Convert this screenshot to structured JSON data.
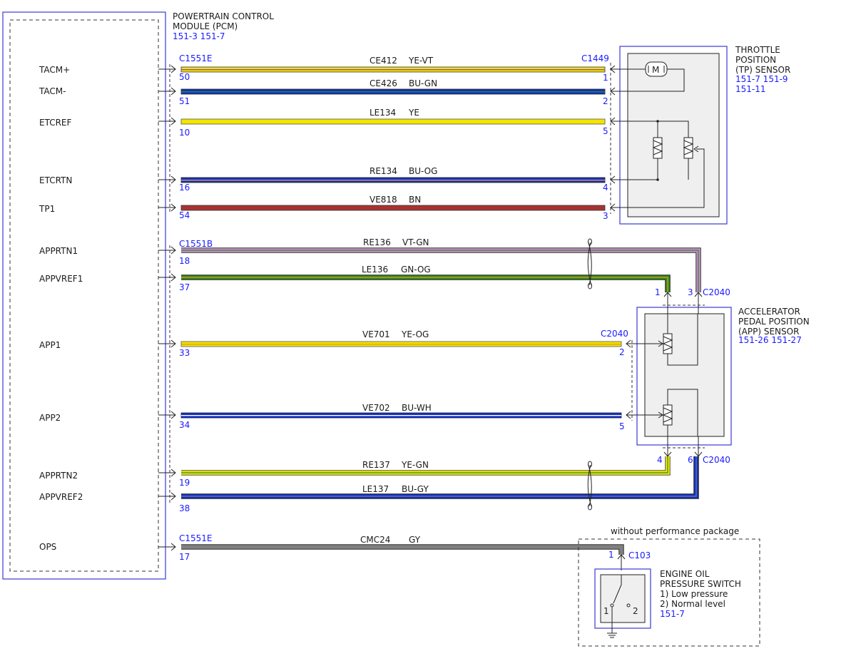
{
  "pcm": {
    "title_line1": "POWERTRAIN CONTROL",
    "title_line2": "MODULE (PCM)",
    "refs": "151-3  151-7"
  },
  "signals": {
    "tacm_plus": "TACM+",
    "tacm_minus": "TACM-",
    "etcref": "ETCREF",
    "etcrtn": "ETCRTN",
    "tp1": "TP1",
    "apprtn1": "APPRTN1",
    "appvref1": "APPVREF1",
    "app1": "APP1",
    "app2": "APP2",
    "apprtn2": "APPRTN2",
    "appvref2": "APPVREF2",
    "ops": "OPS"
  },
  "connectors": {
    "c1551e_top": "C1551E",
    "c1551b": "C1551B",
    "c1551e_bottom": "C1551E",
    "c1449": "C1449",
    "c2040_top": "C2040",
    "c2040_mid": "C2040",
    "c2040_bottom": "C2040",
    "c103": "C103"
  },
  "pcm_pins": {
    "tacm_plus": "50",
    "tacm_minus": "51",
    "etcref": "10",
    "etcrtn": "16",
    "tp1": "54",
    "apprtn1": "18",
    "appvref1": "37",
    "app1": "33",
    "app2": "34",
    "apprtn2": "19",
    "appvref2": "38",
    "ops": "17"
  },
  "wires": {
    "ce412": {
      "circuit": "CE412",
      "color": "YE-VT"
    },
    "ce426": {
      "circuit": "CE426",
      "color": "BU-GN"
    },
    "le134": {
      "circuit": "LE134",
      "color": "YE"
    },
    "re134": {
      "circuit": "RE134",
      "color": "BU-OG"
    },
    "ve818": {
      "circuit": "VE818",
      "color": "BN"
    },
    "re136": {
      "circuit": "RE136",
      "color": "VT-GN"
    },
    "le136": {
      "circuit": "LE136",
      "color": "GN-OG"
    },
    "ve701": {
      "circuit": "VE701",
      "color": "YE-OG"
    },
    "ve702": {
      "circuit": "VE702",
      "color": "BU-WH"
    },
    "re137": {
      "circuit": "RE137",
      "color": "YE-GN"
    },
    "le137": {
      "circuit": "LE137",
      "color": "BU-GY"
    },
    "cmc24": {
      "circuit": "CMC24",
      "color": "GY"
    }
  },
  "tp_sensor": {
    "line1": "THROTTLE",
    "line2": "POSITION",
    "line3": "(TP) SENSOR",
    "refs1": "151-7  151-9",
    "refs2": "151-11",
    "motor_letter": "M",
    "pins": {
      "p1": "1",
      "p2": "2",
      "p5": "5",
      "p4": "4",
      "p3": "3"
    }
  },
  "app_sensor": {
    "line1": "ACCELERATOR",
    "line2": "PEDAL POSITION",
    "line3": "(APP) SENSOR",
    "refs": "151-26  151-27",
    "pins": {
      "p1": "1",
      "p3": "3",
      "p2": "2",
      "p5": "5",
      "p4": "4",
      "p6": "6"
    }
  },
  "oil_switch": {
    "variant_note": "without performance package",
    "line1": "ENGINE OIL",
    "line2": "PRESSURE SWITCH",
    "line3": "1) Low pressure",
    "line4": "2) Normal level",
    "refs": "151-7",
    "connector_pin": "1",
    "contact1": "1",
    "contact2": "2"
  },
  "colors": {
    "frame_blue": "#3a3ad6",
    "ref_blue": "#1a1aff",
    "yellow": "#f2e600",
    "violet": "#c98fd0",
    "blue": "#1030c8",
    "brown": "#a83232",
    "green": "#2e8b1e",
    "orange": "#e89a20",
    "white": "#ffffff",
    "gray": "#808080"
  }
}
